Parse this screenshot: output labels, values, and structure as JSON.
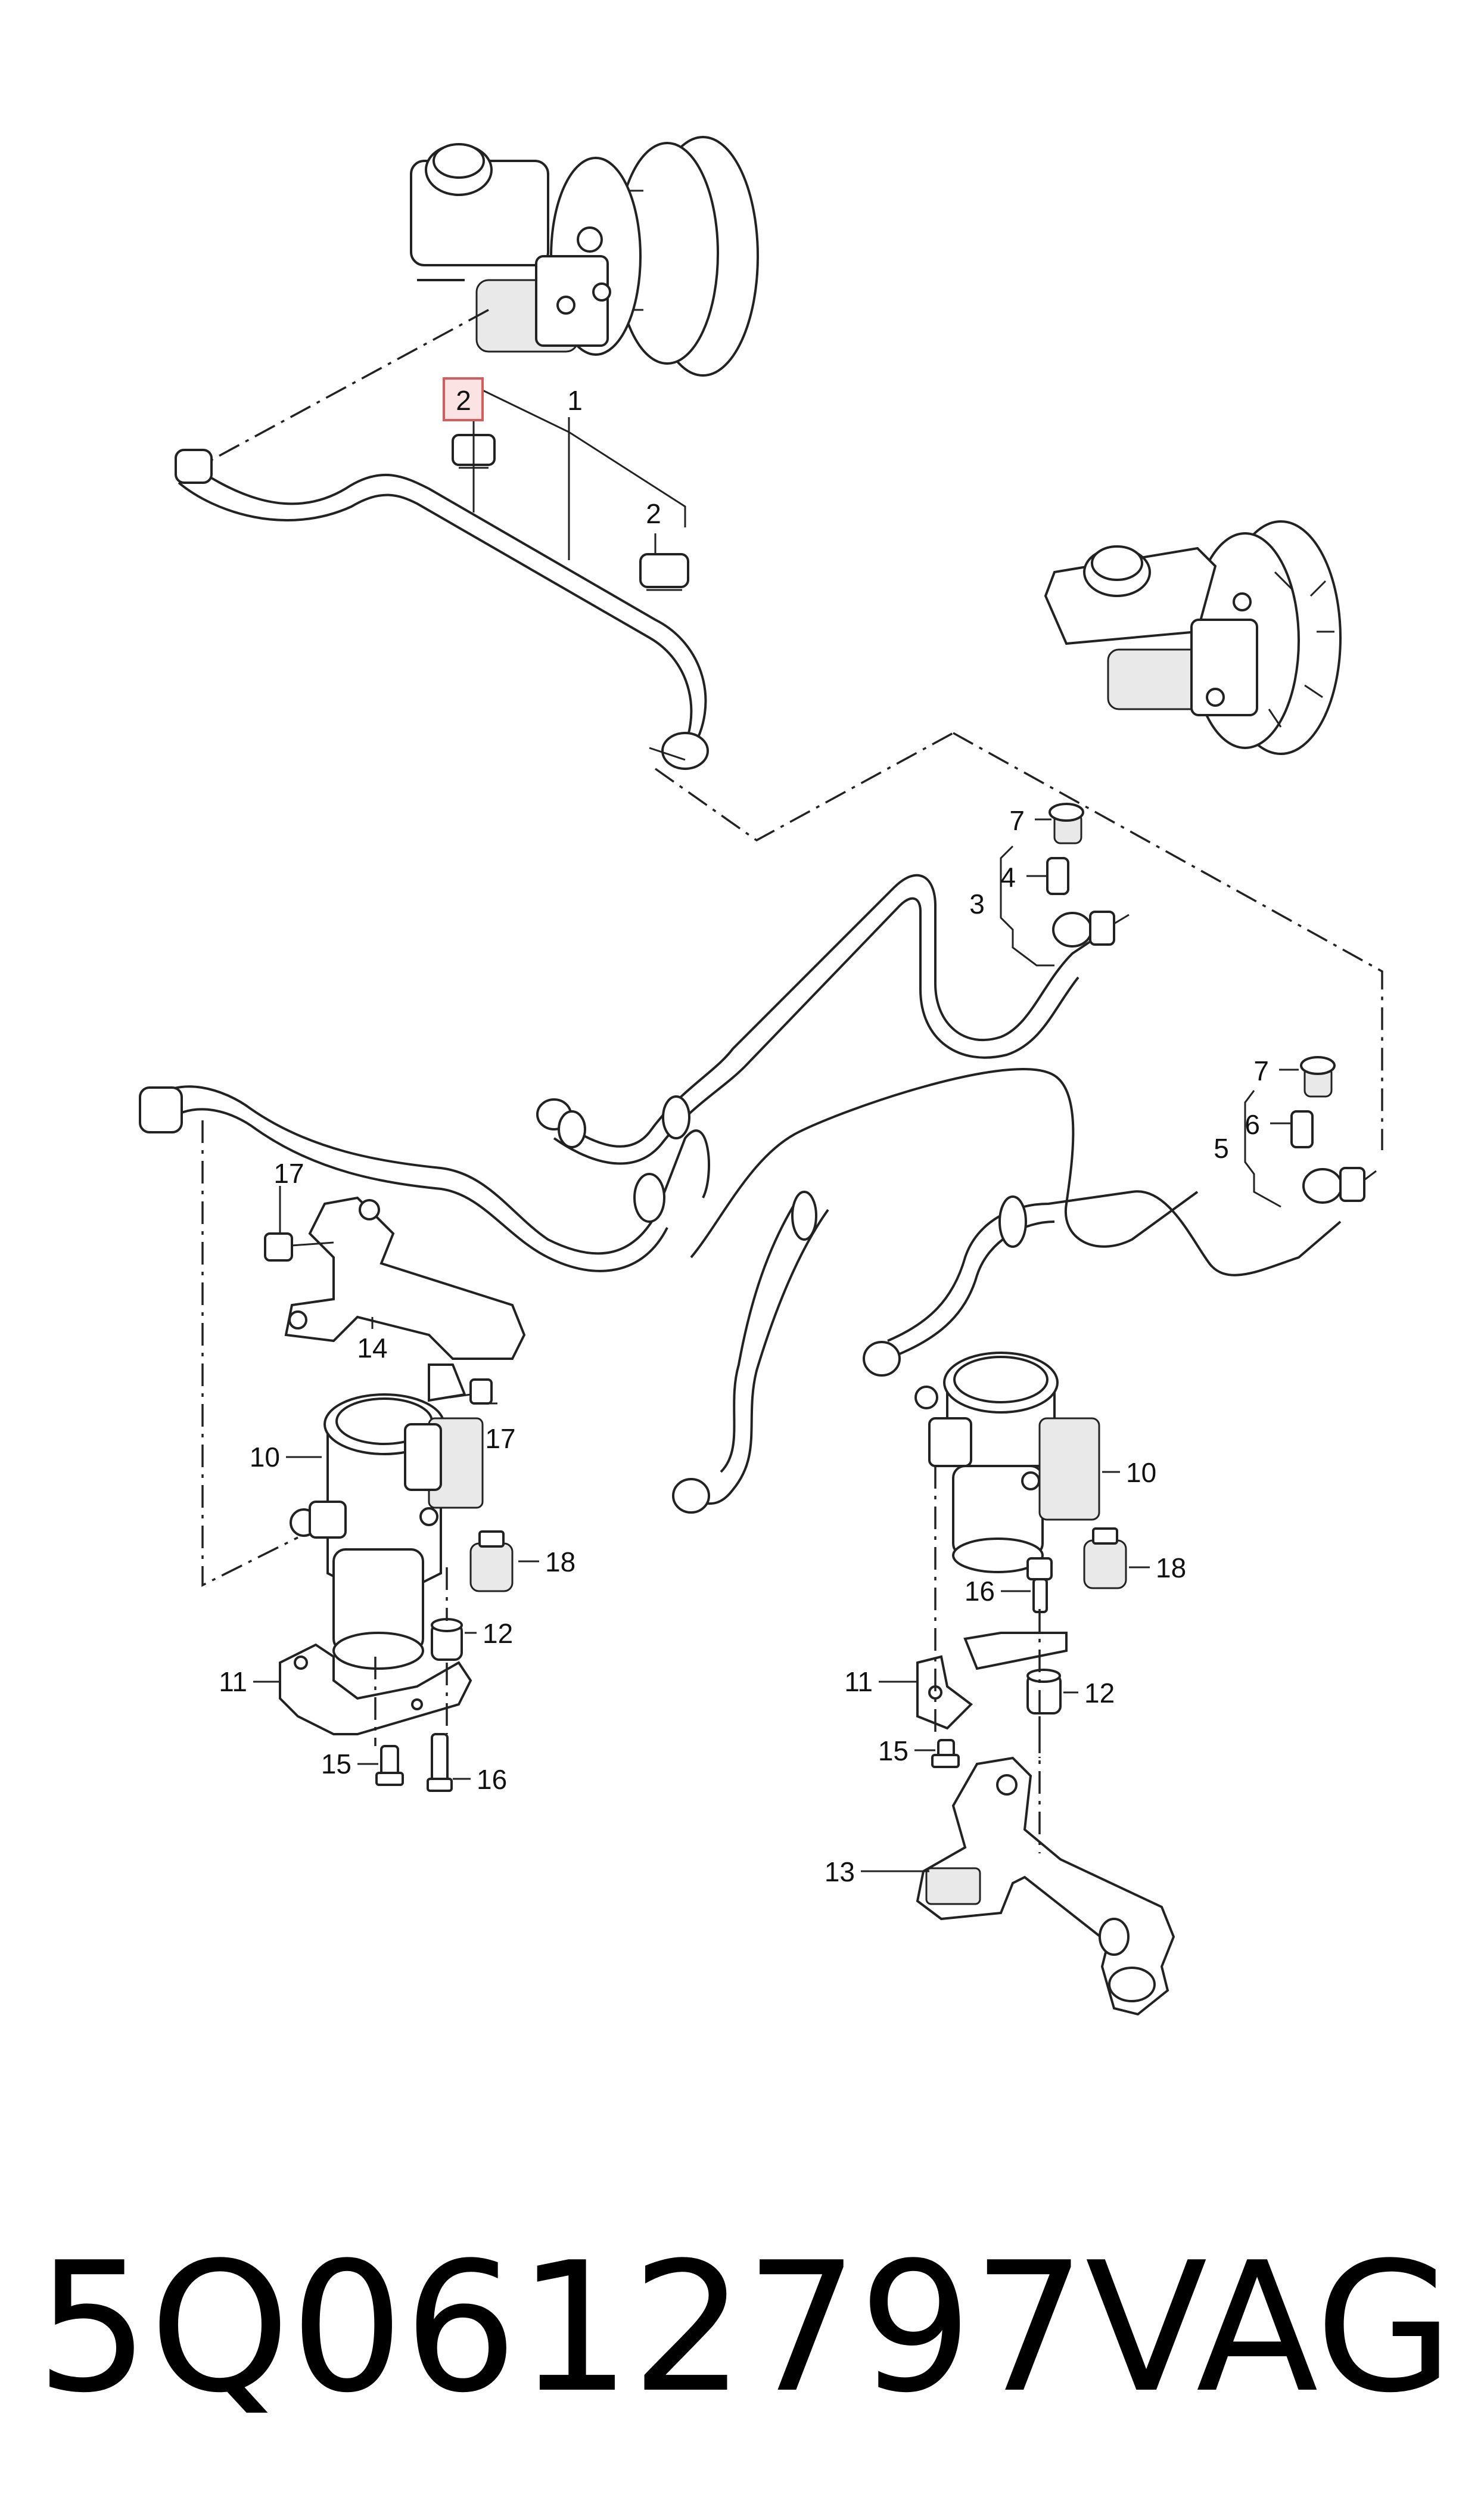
{
  "callouts": {
    "c1": "1",
    "c2_highlight": "2",
    "c2": "2",
    "c3": "3",
    "c4": "4",
    "c5": "5",
    "c6": "6",
    "c7_top": "7",
    "c7_right": "7",
    "c10_left": "10",
    "c10_right": "10",
    "c11_left": "11",
    "c11_right": "11",
    "c12_left": "12",
    "c12_right": "12",
    "c13": "13",
    "c14": "14",
    "c15_left": "15",
    "c15_right": "15",
    "c16_left": "16",
    "c16_right": "16",
    "c17_top": "17",
    "c17_bottom": "17",
    "c18_left": "18",
    "c18_right": "18"
  },
  "footer": {
    "part_number": "5Q0612797",
    "brand": "VAG"
  },
  "colors": {
    "line": "#222222",
    "highlight_fill": "#fbe3e3",
    "highlight_stroke": "#d45c5c"
  }
}
